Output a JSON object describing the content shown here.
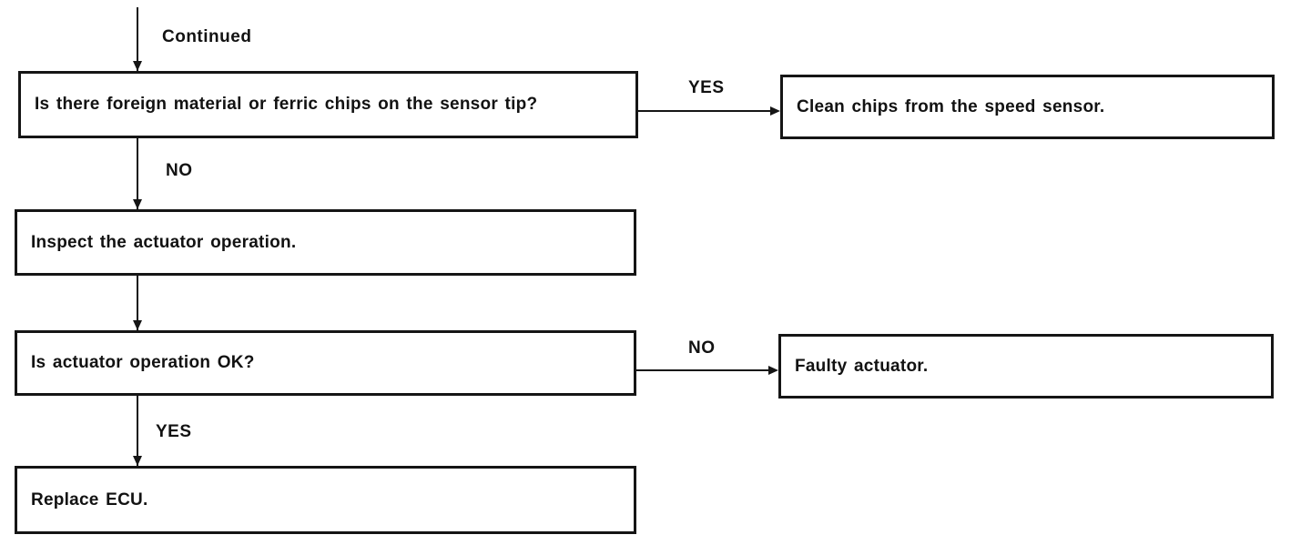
{
  "diagram": {
    "entry_label": "Continued",
    "nodes": {
      "q_sensor_tip": {
        "text": "Is there foreign material or ferric chips on the sensor tip?"
      },
      "clean_chips": {
        "text": "Clean chips from the speed sensor."
      },
      "inspect_actuator": {
        "text": "Inspect the actuator operation."
      },
      "q_actuator_ok": {
        "text": "Is actuator operation OK?"
      },
      "faulty_actuator": {
        "text": "Faulty actuator."
      },
      "replace_ecu": {
        "text": "Replace ECU."
      }
    },
    "edges": [
      {
        "from": "continued",
        "to": "q_sensor_tip",
        "label": ""
      },
      {
        "from": "q_sensor_tip",
        "to": "clean_chips",
        "label": "YES"
      },
      {
        "from": "q_sensor_tip",
        "to": "inspect_actuator",
        "label": "NO"
      },
      {
        "from": "inspect_actuator",
        "to": "q_actuator_ok",
        "label": ""
      },
      {
        "from": "q_actuator_ok",
        "to": "faulty_actuator",
        "label": "NO"
      },
      {
        "from": "q_actuator_ok",
        "to": "replace_ecu",
        "label": "YES"
      }
    ],
    "colors": {
      "line": "#151515",
      "text": "#121212",
      "background": "#ffffff"
    }
  }
}
